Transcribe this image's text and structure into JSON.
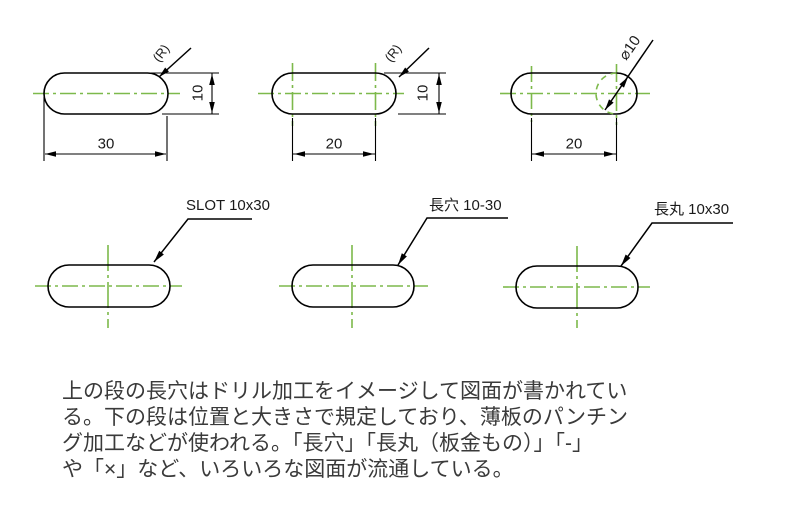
{
  "drawing": {
    "colors": {
      "outline": "#000000",
      "centerline": "#7db94b",
      "label_text": "#1a1a1a",
      "caption_text": "#3a3a3a"
    },
    "top_row": {
      "slot1": {
        "radius_note": "(R)",
        "width": "30",
        "height": "10"
      },
      "slot2": {
        "radius_note": "(R)",
        "pitch": "20",
        "height": "10"
      },
      "slot3": {
        "diameter": "⌀10",
        "pitch": "20"
      }
    },
    "bottom_row": {
      "slot4_label": "SLOT 10x30",
      "slot5_label": "長穴 10-30",
      "slot6_label": "長丸 10x30"
    }
  },
  "caption": {
    "lines": [
      "上の段の長穴はドリル加工をイメージして図面が書かれてい",
      "る。下の段は位置と大きさで規定しており、薄板のパンチン",
      "グ加工などが使われる。「長穴」「長丸（板金もの）」「-」",
      "や「×」など、いろいろな図面が流通している。"
    ]
  }
}
